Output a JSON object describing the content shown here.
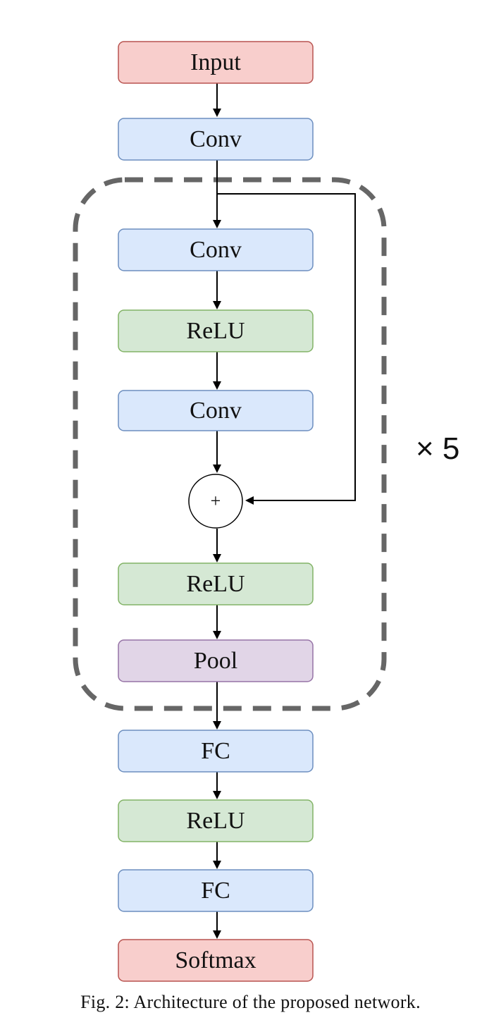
{
  "diagram": {
    "nodes": {
      "input": "Input",
      "conv1": "Conv",
      "conv2": "Conv",
      "relu1": "ReLU",
      "conv3": "Conv",
      "add": "+",
      "relu2": "ReLU",
      "pool": "Pool",
      "fc1": "FC",
      "relu3": "ReLU",
      "fc2": "FC",
      "softmax": "Softmax"
    },
    "repeat_label": "× 5"
  },
  "caption": "Fig. 2: Architecture of the proposed network.",
  "colors": {
    "red_fill": "#f8cecc",
    "red_stroke": "#b85450",
    "blue_fill": "#dae8fc",
    "blue_stroke": "#6c8ebf",
    "green_fill": "#d5e8d4",
    "green_stroke": "#82b366",
    "purple_fill": "#e1d5e7",
    "purple_stroke": "#9673a6",
    "dashed_border": "#666666"
  }
}
